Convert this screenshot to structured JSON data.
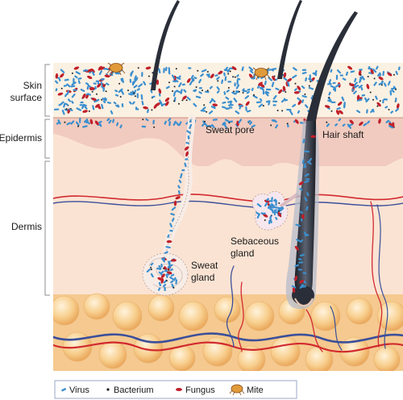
{
  "labels": {
    "skin_surface": [
      "Skin",
      "surface"
    ],
    "epidermis": "Epidermis",
    "dermis": "Dermis",
    "sweat_pore": "Sweat pore",
    "hair_shaft": "Hair shaft",
    "sebaceous_gland": [
      "Sebaceous",
      "gland"
    ],
    "sweat_gland": [
      "Sweat",
      "gland"
    ]
  },
  "legend": {
    "items": [
      {
        "label": "Virus",
        "icon": "virus-icon"
      },
      {
        "label": "Bacterium",
        "icon": "bacterium-icon"
      },
      {
        "label": "Fungus",
        "icon": "fungus-icon"
      },
      {
        "label": "Mite",
        "icon": "mite-icon"
      }
    ]
  },
  "colors": {
    "surface": "#fbf1e4",
    "epidermis": "#f2cfc4",
    "dermis": "#fbe2d2",
    "fat": "#f7c887",
    "virus": "#3a8fcf",
    "fungus": "#c01f2a",
    "bacterium": "#222222",
    "mite": "#e09a3a",
    "hair": "#2a2e38",
    "artery": "#d12a2f",
    "vein": "#3b4f9a"
  }
}
